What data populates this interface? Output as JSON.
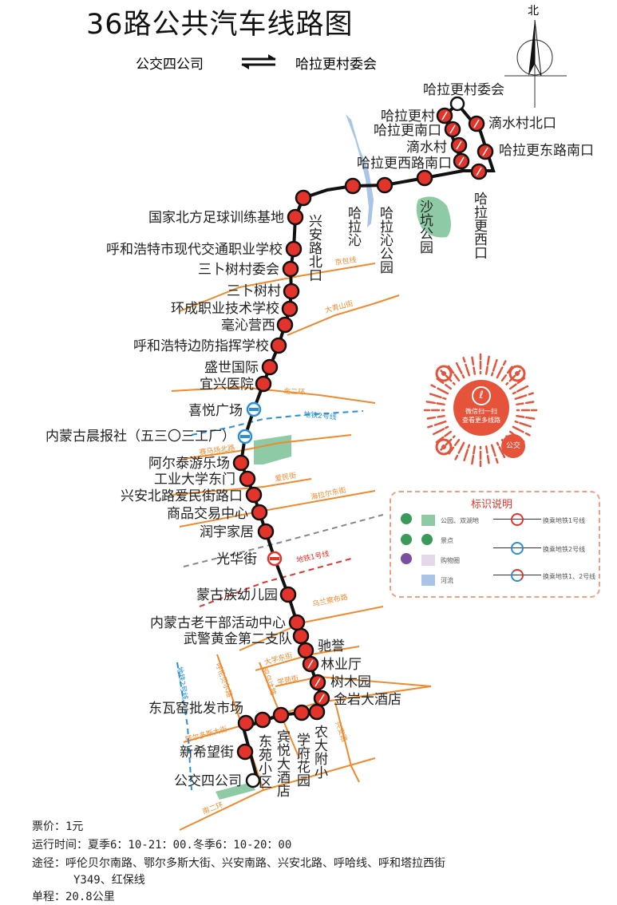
{
  "title": "36路公共汽车线路图",
  "direction": {
    "from": "公交四公司",
    "to": "哈拉更村委会"
  },
  "compass_label": "北",
  "stops": [
    {
      "name": "公交四公司",
      "type": "terminal"
    },
    {
      "name": "新希望街",
      "type": "stop"
    },
    {
      "name": "东瓦窑批发市场",
      "type": "stop"
    },
    {
      "name": "东苑小区",
      "type": "stop"
    },
    {
      "name": "宾悦大酒店",
      "type": "stop"
    },
    {
      "name": "学府花园",
      "type": "stop"
    },
    {
      "name": "农大附小",
      "type": "stop"
    },
    {
      "name": "金岩大酒店",
      "type": "oneway"
    },
    {
      "name": "树木园",
      "type": "oneway"
    },
    {
      "name": "林业厅",
      "type": "oneway"
    },
    {
      "name": "驰誉",
      "type": "stop"
    },
    {
      "name": "武警黄金第二支队",
      "type": "stop"
    },
    {
      "name": "内蒙古老干部活动中心",
      "type": "stop"
    },
    {
      "name": "蒙古族幼儿园",
      "type": "stop"
    },
    {
      "name": "光华街",
      "type": "metro1"
    },
    {
      "name": "润宇家居",
      "type": "stop"
    },
    {
      "name": "商品交易中心",
      "type": "stop"
    },
    {
      "name": "兴安北路爱民街路口",
      "type": "stop"
    },
    {
      "name": "工业大学东门",
      "type": "stop"
    },
    {
      "name": "阿尔泰游乐场",
      "type": "stop"
    },
    {
      "name": "内蒙古晨报社（五三〇三工厂）",
      "type": "metro2"
    },
    {
      "name": "喜悦广场",
      "type": "metro2"
    },
    {
      "name": "宜兴医院",
      "type": "stop"
    },
    {
      "name": "盛世国际",
      "type": "stop"
    },
    {
      "name": "呼和浩特边防指挥学校",
      "type": "stop"
    },
    {
      "name": "毫沁营西",
      "type": "stop"
    },
    {
      "name": "环成职业技术学校",
      "type": "stop"
    },
    {
      "name": "三卜树村",
      "type": "stop"
    },
    {
      "name": "三卜树村委会",
      "type": "stop"
    },
    {
      "name": "呼和浩特市现代交通职业学校",
      "type": "stop"
    },
    {
      "name": "国家北方足球训练基地",
      "type": "stop"
    },
    {
      "name": "兴安路北口",
      "type": "stop"
    },
    {
      "name": "哈拉沁",
      "type": "stop"
    },
    {
      "name": "哈拉沁公园",
      "type": "stop"
    },
    {
      "name": "沙坑公园",
      "type": "stop"
    },
    {
      "name": "哈拉更西口",
      "type": "oneway"
    },
    {
      "name": "哈拉更东路南口",
      "type": "oneway"
    },
    {
      "name": "滴水村北口",
      "type": "oneway"
    },
    {
      "name": "哈拉更村委会",
      "type": "terminal"
    },
    {
      "name": "哈拉更村",
      "type": "oneway"
    },
    {
      "name": "哈拉更南口",
      "type": "oneway"
    },
    {
      "name": "滴水村",
      "type": "oneway"
    },
    {
      "name": "哈拉更西路南口",
      "type": "oneway"
    }
  ],
  "roads": [
    "京包线",
    "大青山街",
    "北二环",
    "地铁2号线",
    "赛马场北路",
    "爱民街",
    "海拉尔东街",
    "地铁1号线",
    "乌兰察布路",
    "大学东街",
    "学苑街",
    "呼伦贝尔路",
    "昭乌达路",
    "鄂尔多斯大街",
    "南二环",
    "兴安路",
    "地铁2号线"
  ],
  "qr": {
    "line1": "微信扫一扫",
    "line2": "查看更多线路",
    "badge": "公交"
  },
  "legend": {
    "title": "标识说明",
    "items": [
      "公园、双湖地",
      "景点",
      "购物圈",
      "河流",
      "换乘地铁1号线",
      "换乘地铁2号线",
      "换乘地铁1、2号线"
    ]
  },
  "info": {
    "fare": "票价：1元",
    "hours": "运行时间：夏季6：10-21：00.冬季6：10-20：00",
    "via": "途径：呼伦贝尔南路、鄂尔多斯大街、兴安南路、兴安北路、呼哈线、呼和塔拉西街",
    "via2": "Y349、红保线",
    "distance": "单程：20.8公里"
  },
  "colors": {
    "stop": "#e3342b",
    "road": "#ef8a2e",
    "metro1": "#e3342b",
    "metro2": "#2a8fd6",
    "park": "#8fcaa6",
    "river": "#a9c4e6"
  }
}
